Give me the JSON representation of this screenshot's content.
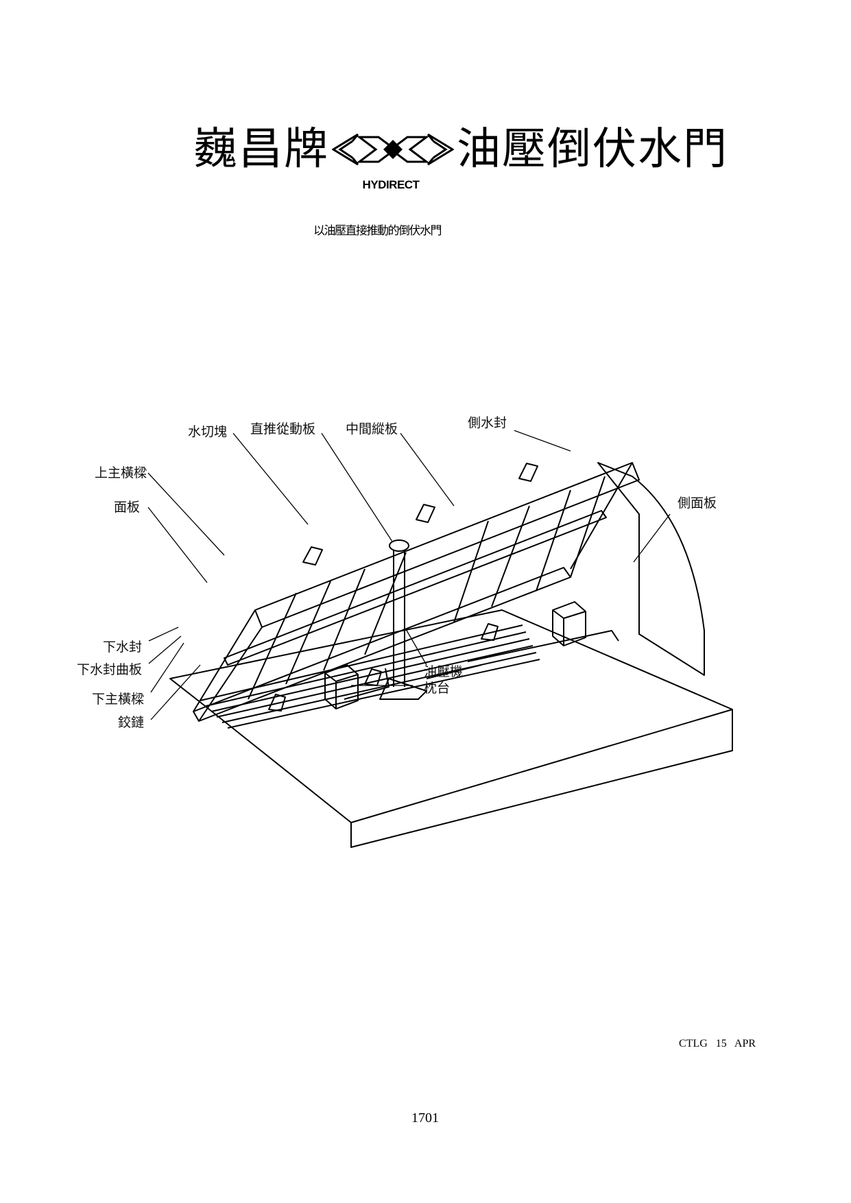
{
  "header": {
    "brand": "巍昌牌",
    "product": "油壓倒伏水門",
    "subtitle_en": "HYDIRECT",
    "tagline": "以油壓直接推動的倒伏水門"
  },
  "diagram": {
    "labels": {
      "shui_qie_kuai": "水切塊",
      "zhi_tui_cong_dong_ban": "直推從動板",
      "zhong_jian_zong_ban": "中間縱板",
      "ce_shui_feng": "側水封",
      "shang_zhu_heng_liang": "上主橫樑",
      "mian_ban": "面板",
      "ce_mian_ban": "側面板",
      "xia_shui_feng": "下水封",
      "xia_shui_feng_qu_ban": "下水封曲板",
      "xia_zhu_heng_liang": "下主橫樑",
      "jiao_lian": "鉸鏈",
      "you_ya_ji": "油壓機",
      "zhen_tai": "枕台"
    }
  },
  "footer": {
    "catalog_code": "CTLG   15   APR",
    "page_number": "1701"
  }
}
